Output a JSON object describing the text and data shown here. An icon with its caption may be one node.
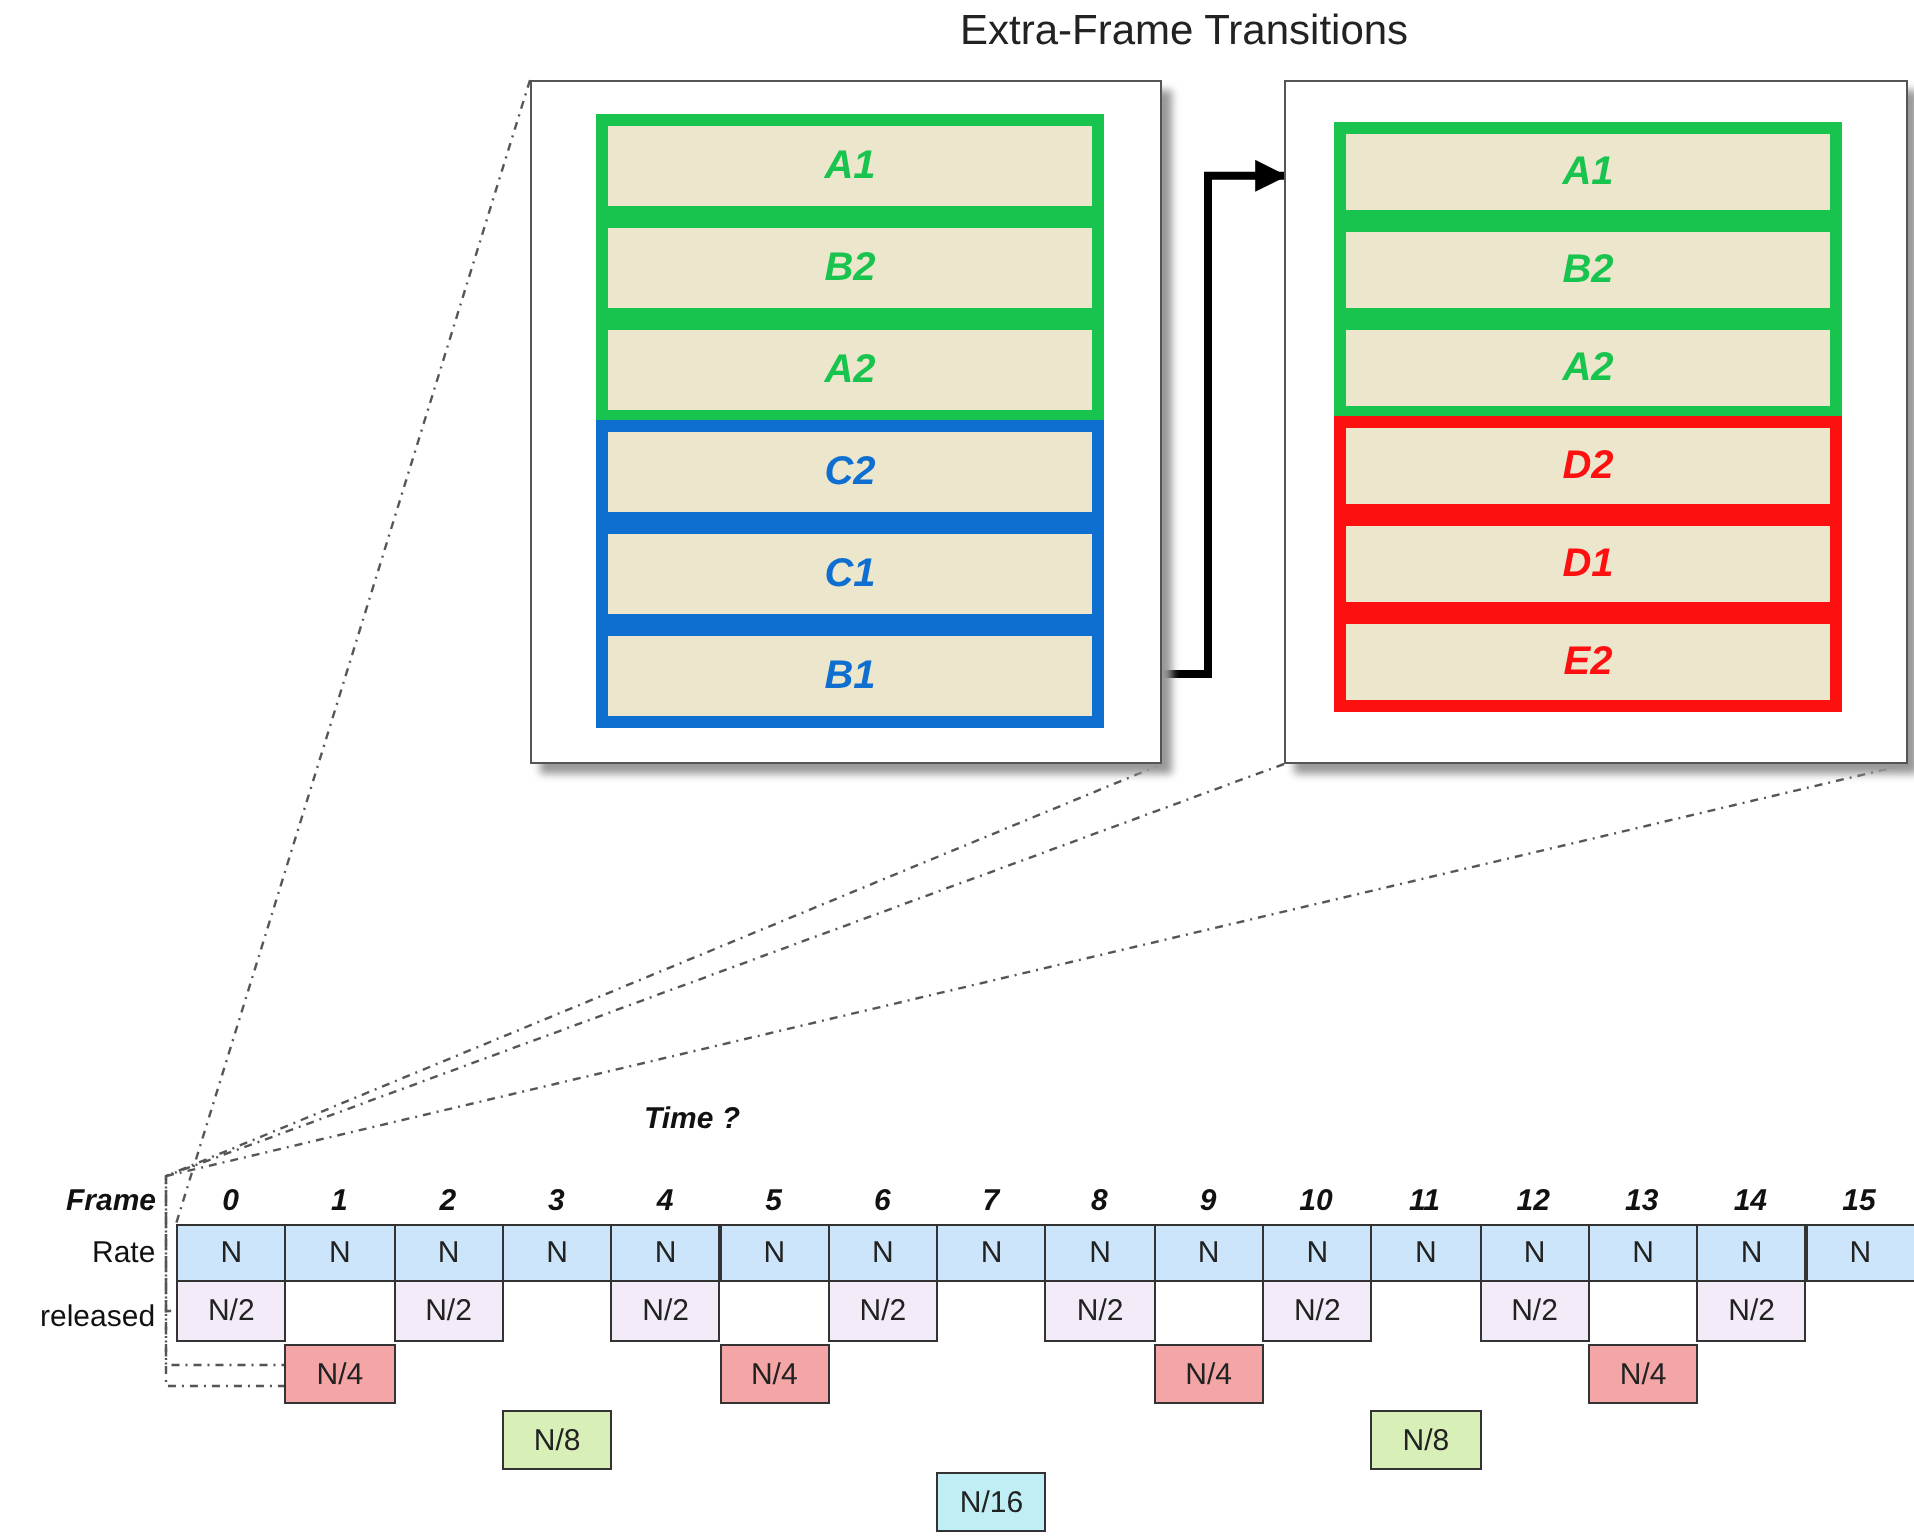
{
  "diagram": {
    "title": "Extra-Frame Transitions",
    "nodes": [
      {
        "text": [],
        "shape": "box"
      },
      {
        "text": [
          "A1"
        ],
        "in": 0
      },
      {
        "text": [
          "B2"
        ],
        "in": 0
      },
      {
        "text": [
          "A2"
        ],
        "in": 0
      },
      {
        "text": [
          "C2"
        ],
        "in": 0
      },
      {
        "text": [
          "C1"
        ],
        "in": 0
      },
      {
        "text": [
          "B1"
        ],
        "in": 0
      },
      {
        "text": [],
        "shape": "box"
      },
      {
        "text": [
          "A1"
        ],
        "in": 7
      },
      {
        "text": [
          "B2"
        ],
        "in": 7
      },
      {
        "text": [
          "A2"
        ],
        "in": 7
      },
      {
        "text": [
          "D2"
        ],
        "in": 7
      },
      {
        "text": [
          "D1"
        ],
        "in": 7
      },
      {
        "text": [
          "E2"
        ],
        "in": 7
      },
      {
        "text": [
          "N"
        ]
      },
      {
        "text": [
          "N"
        ]
      },
      {
        "text": [
          "N"
        ]
      },
      {
        "text": [
          "N"
        ]
      },
      {
        "text": [
          "N"
        ]
      },
      {
        "text": [
          "N"
        ]
      },
      {
        "text": [
          "N"
        ]
      },
      {
        "text": [
          "N"
        ]
      },
      {
        "text": [
          "N"
        ]
      },
      {
        "text": [
          "N"
        ]
      },
      {
        "text": [
          "N"
        ]
      },
      {
        "text": [
          "N"
        ]
      },
      {
        "text": [
          "N"
        ]
      },
      {
        "text": [
          "N"
        ]
      },
      {
        "text": [
          "N"
        ]
      },
      {
        "text": [
          "N"
        ]
      },
      {
        "text": [
          "N/2"
        ]
      },
      {
        "text": [
          "N/2"
        ]
      },
      {
        "text": [
          "N/2"
        ]
      },
      {
        "text": [
          "N/2"
        ]
      },
      {
        "text": [
          "N/2"
        ]
      },
      {
        "text": [
          "N/2"
        ]
      },
      {
        "text": [
          "N/2"
        ]
      },
      {
        "text": [
          "N/2"
        ]
      },
      {
        "text": [
          "N/4"
        ]
      },
      {
        "text": [
          "N/4"
        ]
      },
      {
        "text": [
          "N/4"
        ]
      },
      {
        "text": [
          "N/4"
        ]
      },
      {
        "text": [
          "N/8"
        ]
      },
      {
        "text": [
          "N/8"
        ]
      },
      {
        "text": [
          "N/16"
        ]
      }
    ],
    "edges": [
      {
        "from": 6,
        "to": 7,
        "arrow": "to",
        "style": "thick"
      },
      {
        "from": 0,
        "to": 14,
        "arrow": "none",
        "style": "dashed"
      },
      {
        "from": 0,
        "to": 30,
        "arrow": "none",
        "style": "dashed"
      },
      {
        "from": 7,
        "to": 38,
        "arrow": "none",
        "style": "dashed"
      },
      {
        "from": 7,
        "to": 38,
        "arrow": "none",
        "style": "dashed"
      }
    ],
    "labels": [
      "Time ?",
      "Frame",
      "0",
      "1",
      "2",
      "3",
      "4",
      "5",
      "6",
      "7",
      "8",
      "9",
      "10",
      "11",
      "12",
      "13",
      "14",
      "15",
      "Rate",
      "released"
    ]
  }
}
